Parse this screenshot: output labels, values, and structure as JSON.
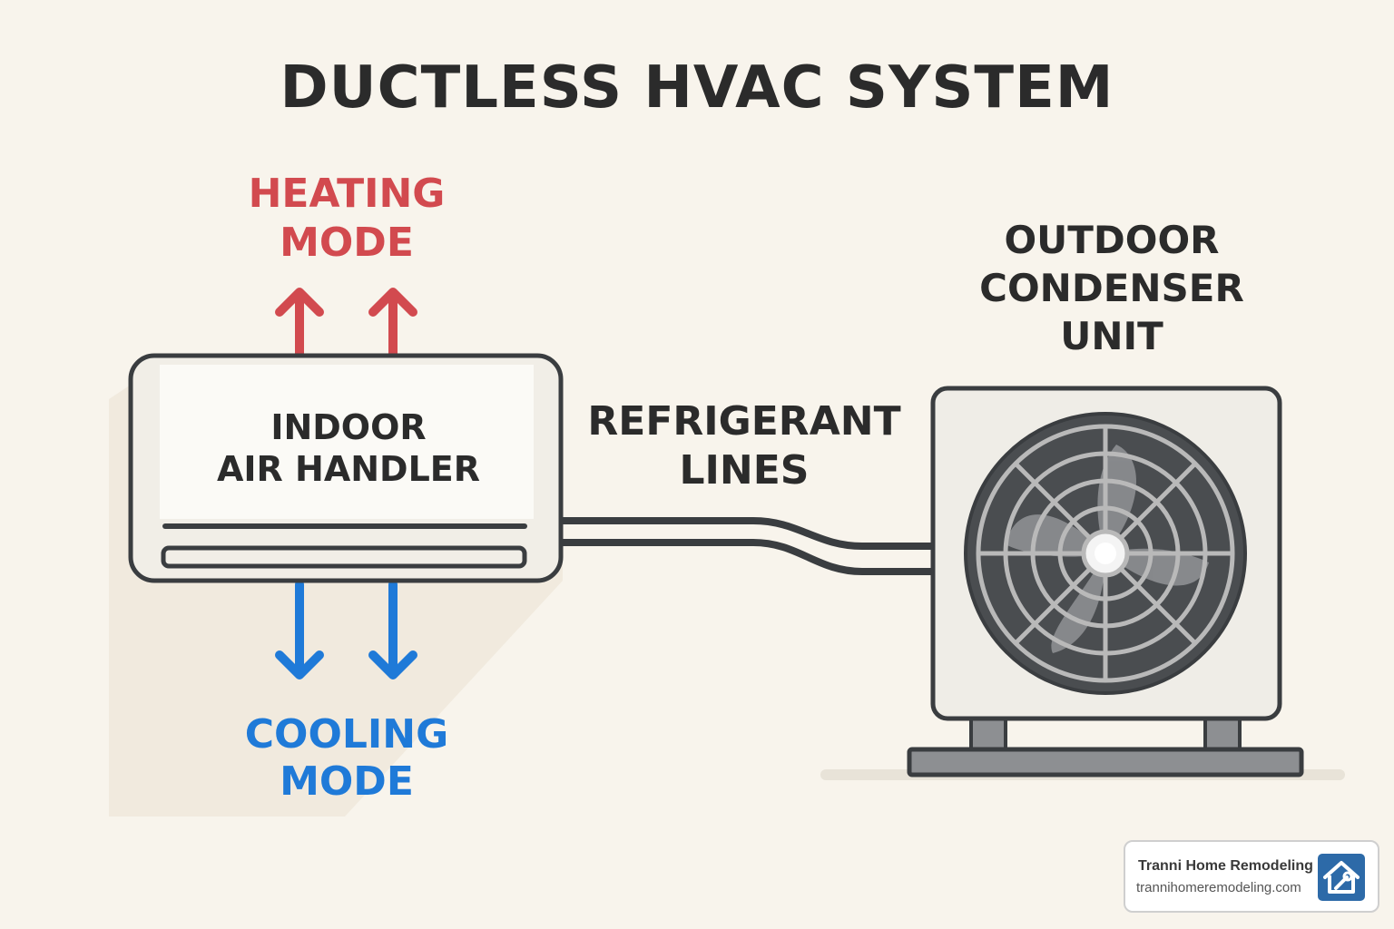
{
  "title": "DUCTLESS HVAC SYSTEM",
  "heating_mode": {
    "line1": "HEATING",
    "line2": "MODE"
  },
  "cooling_mode": {
    "line1": "COOLING",
    "line2": "MODE"
  },
  "indoor_unit": {
    "line1": "INDOOR",
    "line2": "AIR HANDLER"
  },
  "refrigerant": {
    "line1": "REFRIGERANT",
    "line2": "LINES"
  },
  "outdoor_unit": {
    "line1": "OUTDOOR",
    "line2": "CONDENSER",
    "line3": "UNIT"
  },
  "brand": {
    "name": "Tranni Home Remodeling",
    "url": "trannihomeremodeling.com"
  },
  "colors": {
    "background": "#f8f4ec",
    "heating": "#d24a4f",
    "cooling": "#1f7ad8",
    "outline": "#3a3d40",
    "text": "#2b2b2b",
    "logo": "#2d6aa8"
  },
  "icons": {
    "heating_arrows": "arrow-up-icon",
    "cooling_arrows": "arrow-down-icon",
    "fan": "fan-icon",
    "logo": "house-wrench-icon"
  }
}
